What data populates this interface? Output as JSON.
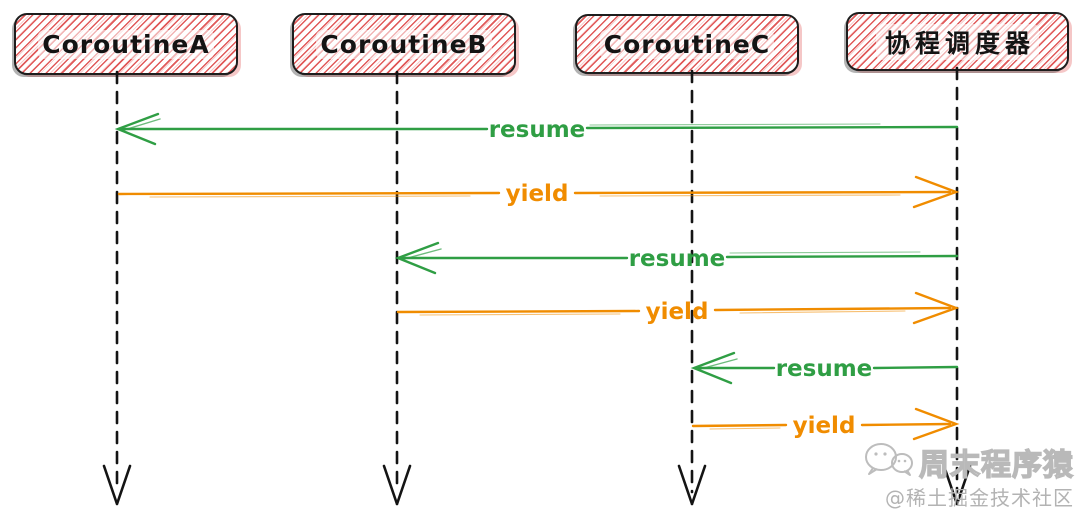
{
  "diagram": {
    "title_implied": "coroutine scheduling sequence",
    "actors": [
      {
        "id": "coroutine-a",
        "label": "CoroutineA"
      },
      {
        "id": "coroutine-b",
        "label": "CoroutineB"
      },
      {
        "id": "coroutine-c",
        "label": "CoroutineC"
      },
      {
        "id": "scheduler",
        "label": "协程调度器"
      }
    ],
    "messages": [
      {
        "label": "resume",
        "from": "scheduler",
        "to": "coroutine-a",
        "direction": "left",
        "color": "#2f9e44"
      },
      {
        "label": "yield",
        "from": "coroutine-a",
        "to": "scheduler",
        "direction": "right",
        "color": "#f08c00"
      },
      {
        "label": "resume",
        "from": "scheduler",
        "to": "coroutine-b",
        "direction": "left",
        "color": "#2f9e44"
      },
      {
        "label": "yield",
        "from": "coroutine-b",
        "to": "scheduler",
        "direction": "right",
        "color": "#f08c00"
      },
      {
        "label": "resume",
        "from": "scheduler",
        "to": "coroutine-c",
        "direction": "left",
        "color": "#2f9e44"
      },
      {
        "label": "yield",
        "from": "coroutine-c",
        "to": "scheduler",
        "direction": "right",
        "color": "#f08c00"
      }
    ],
    "colors": {
      "resume_green": "#2f9e44",
      "yield_orange": "#f08c00",
      "actor_hatch_red": "#de4c4c",
      "actor_border": "#1d1d1d",
      "lifeline_black": "#141414"
    }
  },
  "watermark": {
    "icon": "wechat-icon",
    "title": "周末程序猿",
    "subtitle": "@稀土掘金技术社区"
  }
}
